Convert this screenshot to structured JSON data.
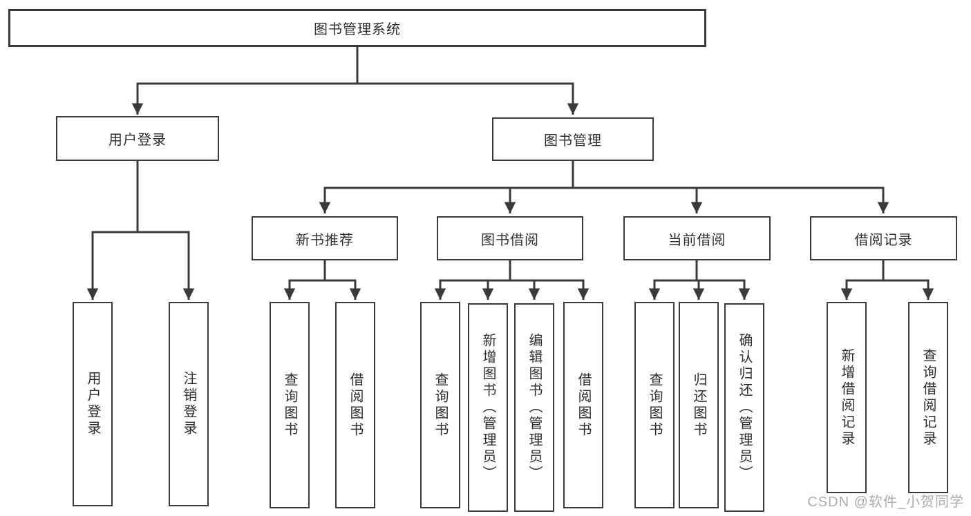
{
  "colors": {
    "line": "#3a3a3a",
    "box_border": "#3a3a3a",
    "text": "#2f2f2f",
    "background": "#ffffff",
    "watermark": "#a6a6a6"
  },
  "watermark": {
    "text": "CSDN @软件_小贺同学"
  },
  "tree": {
    "root": {
      "label": "图书管理系统",
      "children": [
        {
          "label": "用户登录",
          "children": [
            {
              "label": "用户登录"
            },
            {
              "label": "注销登录"
            }
          ]
        },
        {
          "label": "图书管理",
          "children": [
            {
              "label": "新书推荐",
              "children": [
                {
                  "label": "查询图书"
                },
                {
                  "label": "借阅图书"
                }
              ]
            },
            {
              "label": "图书借阅",
              "children": [
                {
                  "label": "查询图书"
                },
                {
                  "label": "新增图书（管理员）"
                },
                {
                  "label": "编辑图书（管理员）"
                },
                {
                  "label": "借阅图书"
                }
              ]
            },
            {
              "label": "当前借阅",
              "children": [
                {
                  "label": "查询图书"
                },
                {
                  "label": "归还图书"
                },
                {
                  "label": "确认归还（管理员）"
                }
              ]
            },
            {
              "label": "借阅记录",
              "children": [
                {
                  "label": "新增借阅记录"
                },
                {
                  "label": "查询借阅记录"
                }
              ]
            }
          ]
        }
      ]
    }
  }
}
